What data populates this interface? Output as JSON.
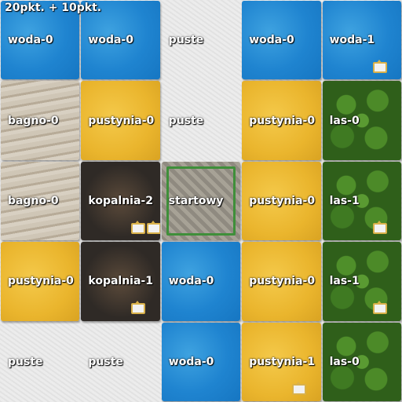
{
  "score": "20pkt. + 10pkt.",
  "tiles": [
    {
      "label": "woda-0",
      "type": "water",
      "crowns": 0
    },
    {
      "label": "woda-0",
      "type": "water",
      "crowns": 0
    },
    {
      "label": "puste",
      "type": "empty",
      "crowns": 0
    },
    {
      "label": "woda-0",
      "type": "water",
      "crowns": 0
    },
    {
      "label": "woda-1",
      "type": "water",
      "crowns": 1
    },
    {
      "label": "bagno-0",
      "type": "swamp",
      "crowns": 0
    },
    {
      "label": "pustynia-0",
      "type": "desert",
      "crowns": 0
    },
    {
      "label": "puste",
      "type": "empty",
      "crowns": 0
    },
    {
      "label": "pustynia-0",
      "type": "desert",
      "crowns": 0
    },
    {
      "label": "las-0",
      "type": "forest",
      "crowns": 0
    },
    {
      "label": "bagno-0",
      "type": "swamp",
      "crowns": 0
    },
    {
      "label": "kopalnia-2",
      "type": "mine",
      "crowns": 2
    },
    {
      "label": "startowy",
      "type": "start",
      "crowns": 0
    },
    {
      "label": "pustynia-0",
      "type": "desert",
      "crowns": 0
    },
    {
      "label": "las-1",
      "type": "forest",
      "crowns": 1
    },
    {
      "label": "pustynia-0",
      "type": "desert",
      "crowns": 0
    },
    {
      "label": "kopalnia-1",
      "type": "mine",
      "crowns": 1
    },
    {
      "label": "woda-0",
      "type": "water",
      "crowns": 0
    },
    {
      "label": "pustynia-0",
      "type": "desert",
      "crowns": 0
    },
    {
      "label": "las-1",
      "type": "forest",
      "crowns": 1
    },
    {
      "label": "puste",
      "type": "empty",
      "crowns": 0
    },
    {
      "label": "puste",
      "type": "empty",
      "crowns": 0
    },
    {
      "label": "woda-0",
      "type": "water",
      "crowns": 0
    },
    {
      "label": "pustynia-1",
      "type": "desert",
      "crowns": 1
    },
    {
      "label": "las-0",
      "type": "forest",
      "crowns": 0
    }
  ]
}
